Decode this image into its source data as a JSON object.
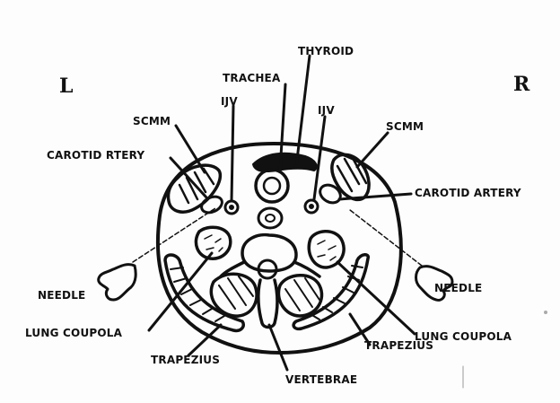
{
  "side_markers": {
    "left": "L",
    "right": "R"
  },
  "labels": {
    "thyroid": "THYROID",
    "trachea": "TRACHEA",
    "ijv_left": "IJV",
    "ijv_right": "IJV",
    "scmm_left": "SCMM",
    "scmm_right": "SCMM",
    "carotid_left": "CAROTID RTERY",
    "carotid_right": "CAROTID ARTERY",
    "needle_left": "NEEDLE",
    "needle_right": "NEEDLE",
    "lung_left": "LUNG COUPOLA",
    "lung_right": "LUNG COUPOLA",
    "trapezius_left": "TRAPEZIUS",
    "trapezius_right": "TRAPEZIUS",
    "vertebrae": "VERTEBRAE"
  }
}
